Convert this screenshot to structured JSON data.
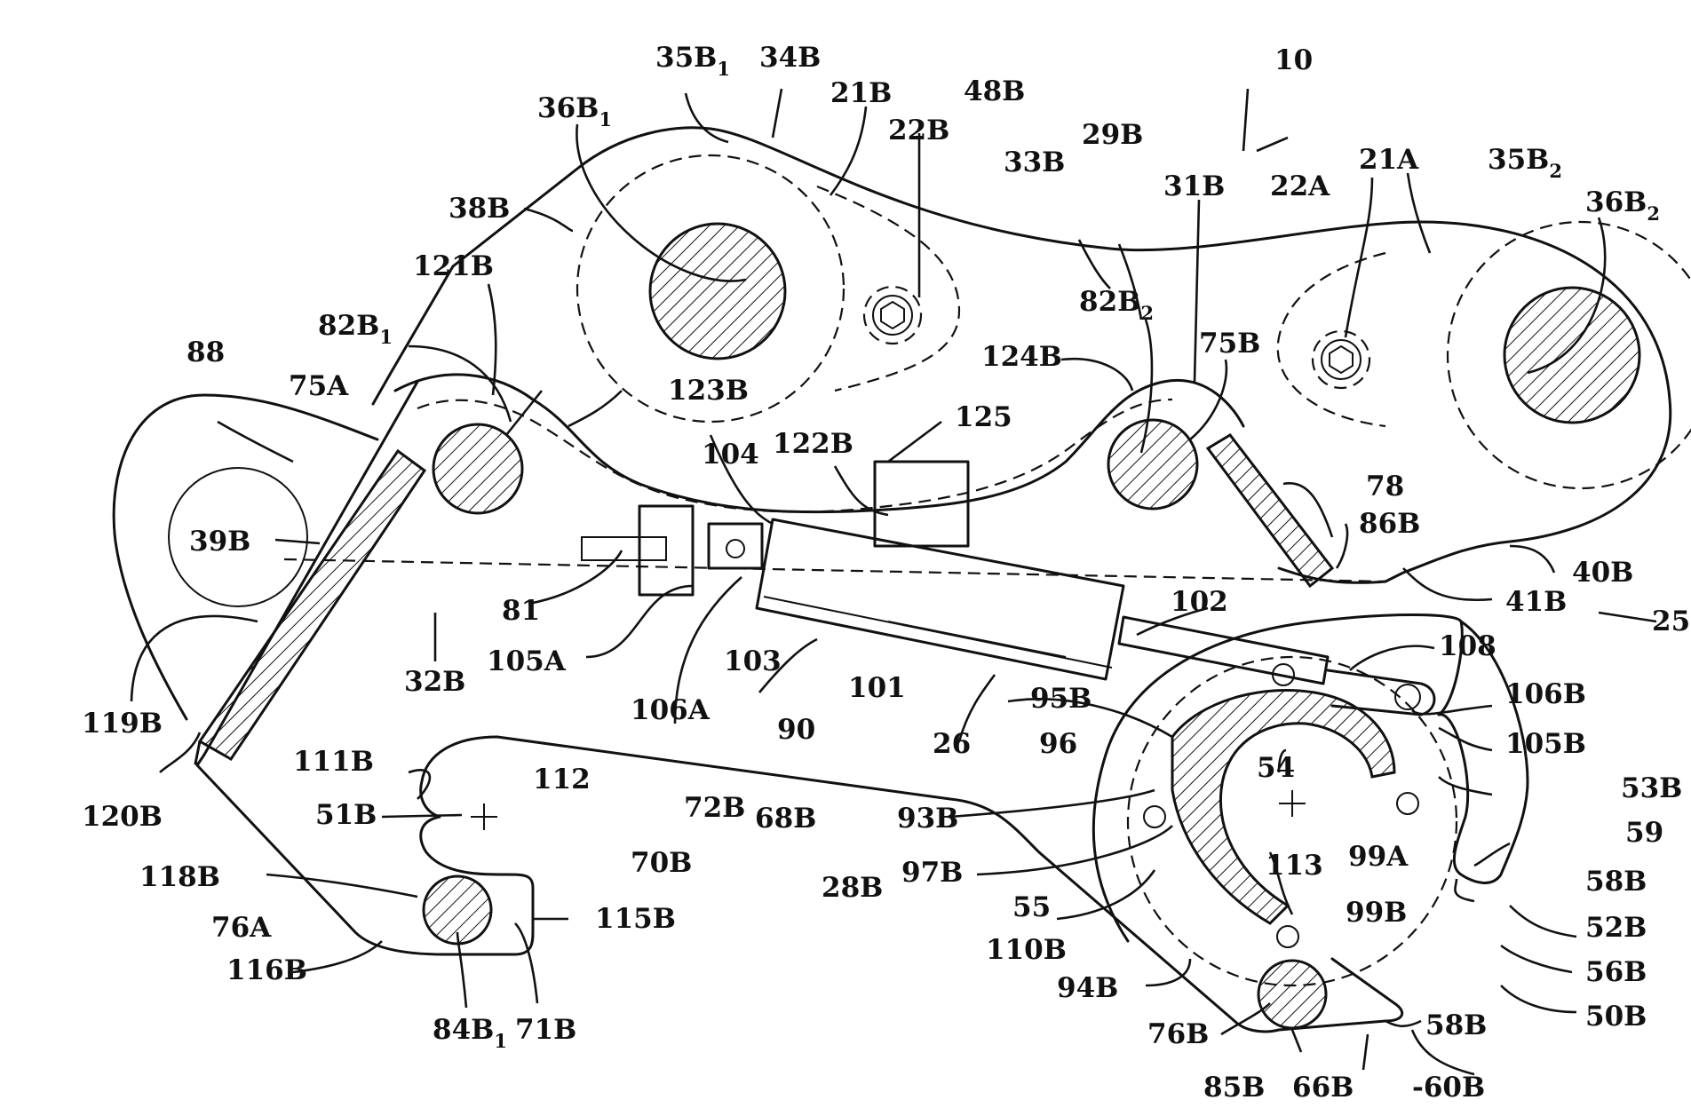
{
  "figure_number": "10",
  "labels": [
    {
      "name": "label-35b1",
      "text": "35B",
      "sub": "1"
    },
    {
      "name": "label-34b",
      "text": "34B"
    },
    {
      "name": "label-36b1",
      "text": "36B",
      "sub": "1"
    },
    {
      "name": "label-21b",
      "text": "21B"
    },
    {
      "name": "label-22b",
      "text": "22B"
    },
    {
      "name": "label-48b",
      "text": "48B"
    },
    {
      "name": "label-33b",
      "text": "33B"
    },
    {
      "name": "label-29b",
      "text": "29B"
    },
    {
      "name": "label-31b",
      "text": "31B"
    },
    {
      "name": "label-22a",
      "text": "22A"
    },
    {
      "name": "label-21a",
      "text": "21A"
    },
    {
      "name": "label-35b2",
      "text": "35B",
      "sub": "2"
    },
    {
      "name": "label-36b2",
      "text": "36B",
      "sub": "2"
    },
    {
      "name": "label-38b",
      "text": "38B"
    },
    {
      "name": "label-121b",
      "text": "121B"
    },
    {
      "name": "label-82b1",
      "text": "82B",
      "sub": "1"
    },
    {
      "name": "label-82b2",
      "text": "82B",
      "sub": "2"
    },
    {
      "name": "label-75b",
      "text": "75B"
    },
    {
      "name": "label-124b",
      "text": "124B"
    },
    {
      "name": "label-88",
      "text": "88"
    },
    {
      "name": "label-75a",
      "text": "75A"
    },
    {
      "name": "label-123b",
      "text": "123B"
    },
    {
      "name": "label-125",
      "text": "125"
    },
    {
      "name": "label-104",
      "text": "104"
    },
    {
      "name": "label-122b",
      "text": "122B"
    },
    {
      "name": "label-78",
      "text": "78"
    },
    {
      "name": "label-86b",
      "text": "86B"
    },
    {
      "name": "label-39b",
      "text": "39B"
    },
    {
      "name": "label-40b",
      "text": "40B"
    },
    {
      "name": "label-41b",
      "text": "41B"
    },
    {
      "name": "label-25",
      "text": "25"
    },
    {
      "name": "label-81",
      "text": "81"
    },
    {
      "name": "label-102",
      "text": "102"
    },
    {
      "name": "label-105a",
      "text": "105A"
    },
    {
      "name": "label-32b",
      "text": "32B"
    },
    {
      "name": "label-103",
      "text": "103"
    },
    {
      "name": "label-108",
      "text": "108"
    },
    {
      "name": "label-119b",
      "text": "119B"
    },
    {
      "name": "label-106a",
      "text": "106A"
    },
    {
      "name": "label-101",
      "text": "101"
    },
    {
      "name": "label-90",
      "text": "90"
    },
    {
      "name": "label-95b",
      "text": "95B"
    },
    {
      "name": "label-106b",
      "text": "106B"
    },
    {
      "name": "label-26",
      "text": "26"
    },
    {
      "name": "label-96",
      "text": "96"
    },
    {
      "name": "label-105b",
      "text": "105B"
    },
    {
      "name": "label-111b",
      "text": "111B"
    },
    {
      "name": "label-112",
      "text": "112"
    },
    {
      "name": "label-120b",
      "text": "120B"
    },
    {
      "name": "label-72b",
      "text": "72B"
    },
    {
      "name": "label-68b",
      "text": "68B"
    },
    {
      "name": "label-54",
      "text": "54"
    },
    {
      "name": "label-53b",
      "text": "53B"
    },
    {
      "name": "label-51b",
      "text": "51B"
    },
    {
      "name": "label-93b",
      "text": "93B"
    },
    {
      "name": "label-59",
      "text": "59"
    },
    {
      "name": "label-70b",
      "text": "70B"
    },
    {
      "name": "label-113",
      "text": "113"
    },
    {
      "name": "label-99a",
      "text": "99A"
    },
    {
      "name": "label-118b",
      "text": "118B"
    },
    {
      "name": "label-97b",
      "text": "97B"
    },
    {
      "name": "label-28b",
      "text": "28B"
    },
    {
      "name": "label-58b-top",
      "text": "58B"
    },
    {
      "name": "label-55",
      "text": "55"
    },
    {
      "name": "label-99b",
      "text": "99B"
    },
    {
      "name": "label-52b",
      "text": "52B"
    },
    {
      "name": "label-76a",
      "text": "76A"
    },
    {
      "name": "label-115b",
      "text": "115B"
    },
    {
      "name": "label-110b",
      "text": "110B"
    },
    {
      "name": "label-56b",
      "text": "56B"
    },
    {
      "name": "label-116b",
      "text": "116B"
    },
    {
      "name": "label-94b",
      "text": "94B"
    },
    {
      "name": "label-50b",
      "text": "50B"
    },
    {
      "name": "label-84b1",
      "text": "84B",
      "sub": "1"
    },
    {
      "name": "label-71b",
      "text": "71B"
    },
    {
      "name": "label-76b",
      "text": "76B"
    },
    {
      "name": "label-58b-bottom",
      "text": "58B"
    },
    {
      "name": "label-85b",
      "text": "85B"
    },
    {
      "name": "label-66b",
      "text": "66B"
    },
    {
      "name": "label-60b",
      "text": "-60B"
    }
  ]
}
